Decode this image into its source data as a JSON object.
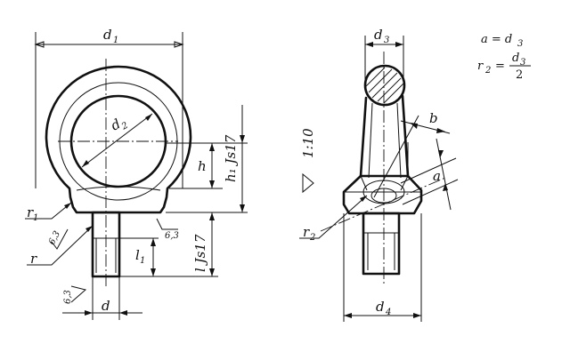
{
  "labels": {
    "d1": "d",
    "d1_sub": "1",
    "d2": "d",
    "d2_sub": "2",
    "d3": "d",
    "d3_sub": "3",
    "d4": "d",
    "d4_sub": "4",
    "d": "d",
    "h": "h",
    "h1_js17": "h₁ Js17",
    "l_js17": "l Js17",
    "l1": "l",
    "l1_sub": "1",
    "r": "r",
    "r1": "r",
    "r1_sub": "1",
    "r2": "r",
    "r2_sub": "2",
    "a": "a",
    "b": "b",
    "taper": "1:10",
    "roughness_left": "6,3",
    "roughness_right": "6,3",
    "roughness_bottom": "6,3"
  },
  "formulas": {
    "line1": "a = d",
    "line1_sub": "3",
    "line2_lhs": "r",
    "line2_sub": "2",
    "line2_eq": "=",
    "line2_num": "d",
    "line2_num_sub": "3",
    "line2_den": "2"
  }
}
